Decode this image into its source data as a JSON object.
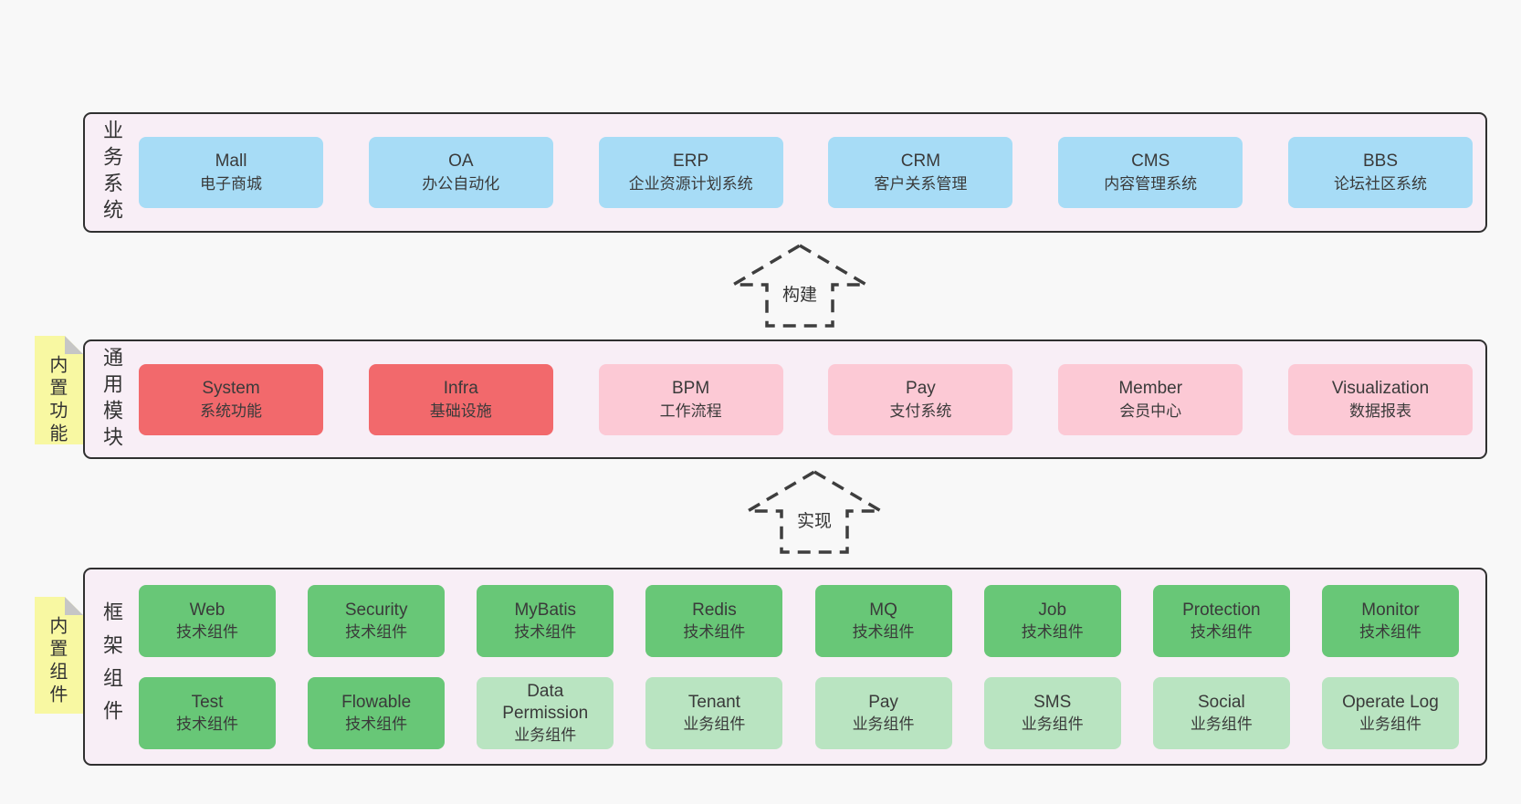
{
  "colors": {
    "page_bg": "#f8f8f8",
    "band_bg": "#f8eef6",
    "band_border": "#303030",
    "box_blue": "#a7dcf6",
    "box_red": "#f2696c",
    "box_pink": "#fcc9d5",
    "box_green": "#68c777",
    "box_light_green": "#b9e4c1",
    "note_yellow": "#f8f8a2",
    "note_fold_gray": "#c6c6c6",
    "text": "#3a3a3a"
  },
  "arrows": [
    {
      "label": "构建"
    },
    {
      "label": "实现"
    }
  ],
  "bands": [
    {
      "label": "业务系统",
      "boxes": [
        {
          "en": "Mall",
          "zh": "电子商城"
        },
        {
          "en": "OA",
          "zh": "办公自动化"
        },
        {
          "en": "ERP",
          "zh": "企业资源计划系统"
        },
        {
          "en": "CRM",
          "zh": "客户关系管理"
        },
        {
          "en": "CMS",
          "zh": "内容管理系统"
        },
        {
          "en": "BBS",
          "zh": "论坛社区系统"
        }
      ]
    },
    {
      "label": "通用模块",
      "note": "内置功能",
      "boxes": [
        {
          "en": "System",
          "zh": "系统功能"
        },
        {
          "en": "Infra",
          "zh": "基础设施"
        },
        {
          "en": "BPM",
          "zh": "工作流程"
        },
        {
          "en": "Pay",
          "zh": "支付系统"
        },
        {
          "en": "Member",
          "zh": "会员中心"
        },
        {
          "en": "Visualization",
          "zh": "数据报表"
        }
      ]
    },
    {
      "label": "框架组件",
      "note": "内置组件",
      "row1": [
        {
          "en": "Web",
          "zh": "技术组件"
        },
        {
          "en": "Security",
          "zh": "技术组件"
        },
        {
          "en": "MyBatis",
          "zh": "技术组件"
        },
        {
          "en": "Redis",
          "zh": "技术组件"
        },
        {
          "en": "MQ",
          "zh": "技术组件"
        },
        {
          "en": "Job",
          "zh": "技术组件"
        },
        {
          "en": "Protection",
          "zh": "技术组件"
        },
        {
          "en": "Monitor",
          "zh": "技术组件"
        }
      ],
      "row2": [
        {
          "en": "Test",
          "zh": "技术组件"
        },
        {
          "en": "Flowable",
          "zh": "技术组件"
        },
        {
          "en": "Data Permission",
          "zh": "业务组件"
        },
        {
          "en": "Tenant",
          "zh": "业务组件"
        },
        {
          "en": "Pay",
          "zh": "业务组件"
        },
        {
          "en": "SMS",
          "zh": "业务组件"
        },
        {
          "en": "Social",
          "zh": "业务组件"
        },
        {
          "en": "Operate Log",
          "zh": "业务组件"
        }
      ]
    }
  ]
}
